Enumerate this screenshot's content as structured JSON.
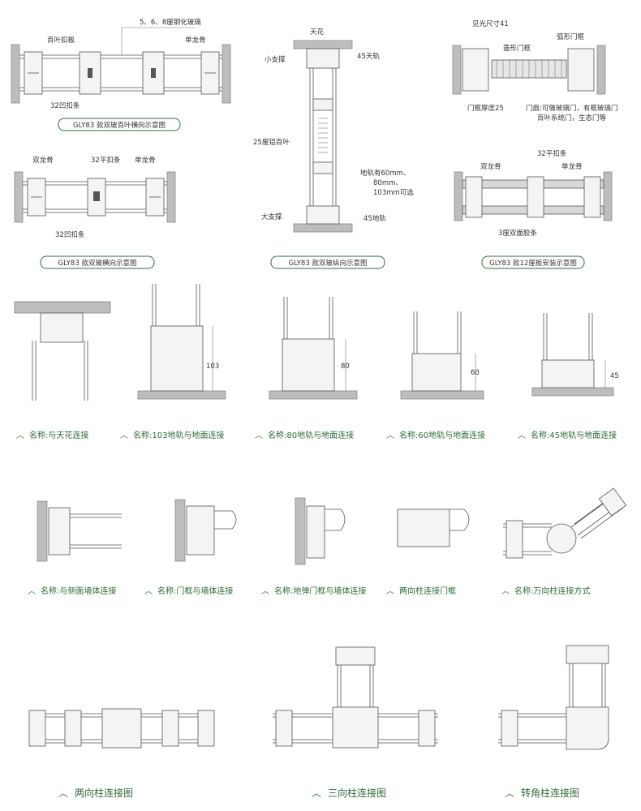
{
  "top_diagrams": {
    "d1": {
      "labels": {
        "glass": "5、6、8厘钢化玻璃",
        "louver_strip": "百叶扣板",
        "single_keel": "单龙骨",
        "concave_strip": "32凹扣条"
      },
      "caption": "GLY83 款双玻百叶横向示意图"
    },
    "d2": {
      "labels": {
        "double_keel": "双龙骨",
        "flat_strip": "32平扣条",
        "single_keel": "单龙骨",
        "concave_strip": "32凹扣条"
      },
      "caption": "GLY83 款双玻横向示意图"
    },
    "d3": {
      "labels": {
        "ceiling": "天花",
        "small_support": "小支撑",
        "top_rail": "45天轨",
        "louver": "25厘铝百叶",
        "floor_rail_note_1": "地轨有60mm、",
        "floor_rail_note_2": "80mm、",
        "floor_rail_note_3": "103mm可选",
        "big_support": "大支撑",
        "floor_rail": "45地轨"
      },
      "caption": "GLY83 款双玻纵向示意图"
    },
    "d4": {
      "labels": {
        "visible_size": "见光尺寸41",
        "diamond_frame": "菱形门框",
        "arc_frame": "弧形门框",
        "frame_thickness": "门框厚度25",
        "door_note_1": "门扇:可做玻璃门，有框玻璃门",
        "door_note_2": "百叶系统门，生态门等"
      }
    },
    "d5": {
      "labels": {
        "double_keel": "双龙骨",
        "flat_strip": "32平扣条",
        "single_keel": "单龙骨",
        "tape": "3厘双面胶条"
      },
      "caption": "GLY83 款12厘板安装示意图"
    }
  },
  "row2": [
    {
      "caption": "名称:与天花连接"
    },
    {
      "caption": "名称:103地轨与地面连接",
      "dim": "103"
    },
    {
      "caption": "名称:80地轨与地面连接",
      "dim": "80"
    },
    {
      "caption": "名称:60地轨与地面连接",
      "dim": "60"
    },
    {
      "caption": "名称:45地轨与地面连接",
      "dim": "45"
    }
  ],
  "row3": [
    {
      "caption": "名称:与侧面墙体连接"
    },
    {
      "caption": "名称:门框与墙体连接"
    },
    {
      "caption": "名称:地弹门框与墙体连接"
    },
    {
      "caption": "两向柱连接门框"
    },
    {
      "caption": "名称:万向柱连接方式"
    }
  ],
  "row4": [
    {
      "caption": "两向柱连接图"
    },
    {
      "caption": "三向柱连接图"
    },
    {
      "caption": "转角柱连接图"
    }
  ],
  "colors": {
    "accent": "#2f6b3b",
    "wall": "#bdbdbd"
  },
  "icons": {
    "caption_marker": "chevron-up-icon"
  }
}
